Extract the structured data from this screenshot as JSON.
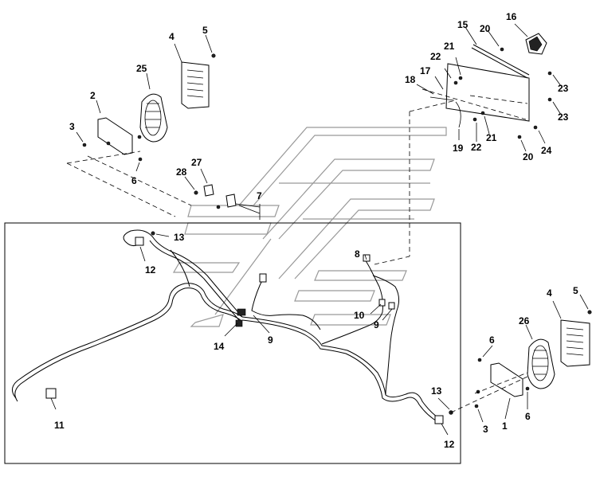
{
  "callouts": {
    "c1": "1",
    "c2": "2",
    "c3a": "3",
    "c3b": "3",
    "c4a": "4",
    "c4b": "4",
    "c5a": "5",
    "c5b": "5",
    "c6a": "6",
    "c6b": "6",
    "c6c": "6",
    "c7": "7",
    "c8": "8",
    "c9a": "9",
    "c9b": "9",
    "c10": "10",
    "c11": "11",
    "c12a": "12",
    "c12b": "12",
    "c13a": "13",
    "c13b": "13",
    "c14": "14",
    "c15": "15",
    "c16": "16",
    "c17": "17",
    "c18": "18",
    "c19": "19",
    "c20a": "20",
    "c20b": "20",
    "c21a": "21",
    "c21b": "21",
    "c22a": "22",
    "c22b": "22",
    "c23a": "23",
    "c23b": "23",
    "c24": "24",
    "c25": "25",
    "c26": "26",
    "c27": "27",
    "c28": "28"
  }
}
